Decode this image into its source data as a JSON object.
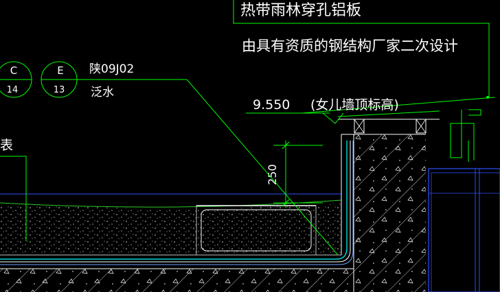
{
  "notes": {
    "panel_title": "热带雨林穿孔铝板",
    "panel_subtitle": "由具有资质的钢结构厂家二次设计"
  },
  "refs": {
    "c_letter": "C",
    "c_number": "14",
    "e_letter": "E",
    "e_number": "13",
    "standard": "陕09J02",
    "standard_item": "泛水",
    "partial_label": "表"
  },
  "elevation": {
    "value": "9.550",
    "note": "(女儿墙顶标高)"
  },
  "dimension": {
    "height": "250"
  },
  "colors": {
    "background": "#000000",
    "leader_green": "#00ff00",
    "text_white": "#ffffff",
    "hatch_white": "#ffffff",
    "line_blue": "#2b50ff",
    "membrane_cyan": "#00ffff",
    "box_grey": "#bdbdbd"
  }
}
